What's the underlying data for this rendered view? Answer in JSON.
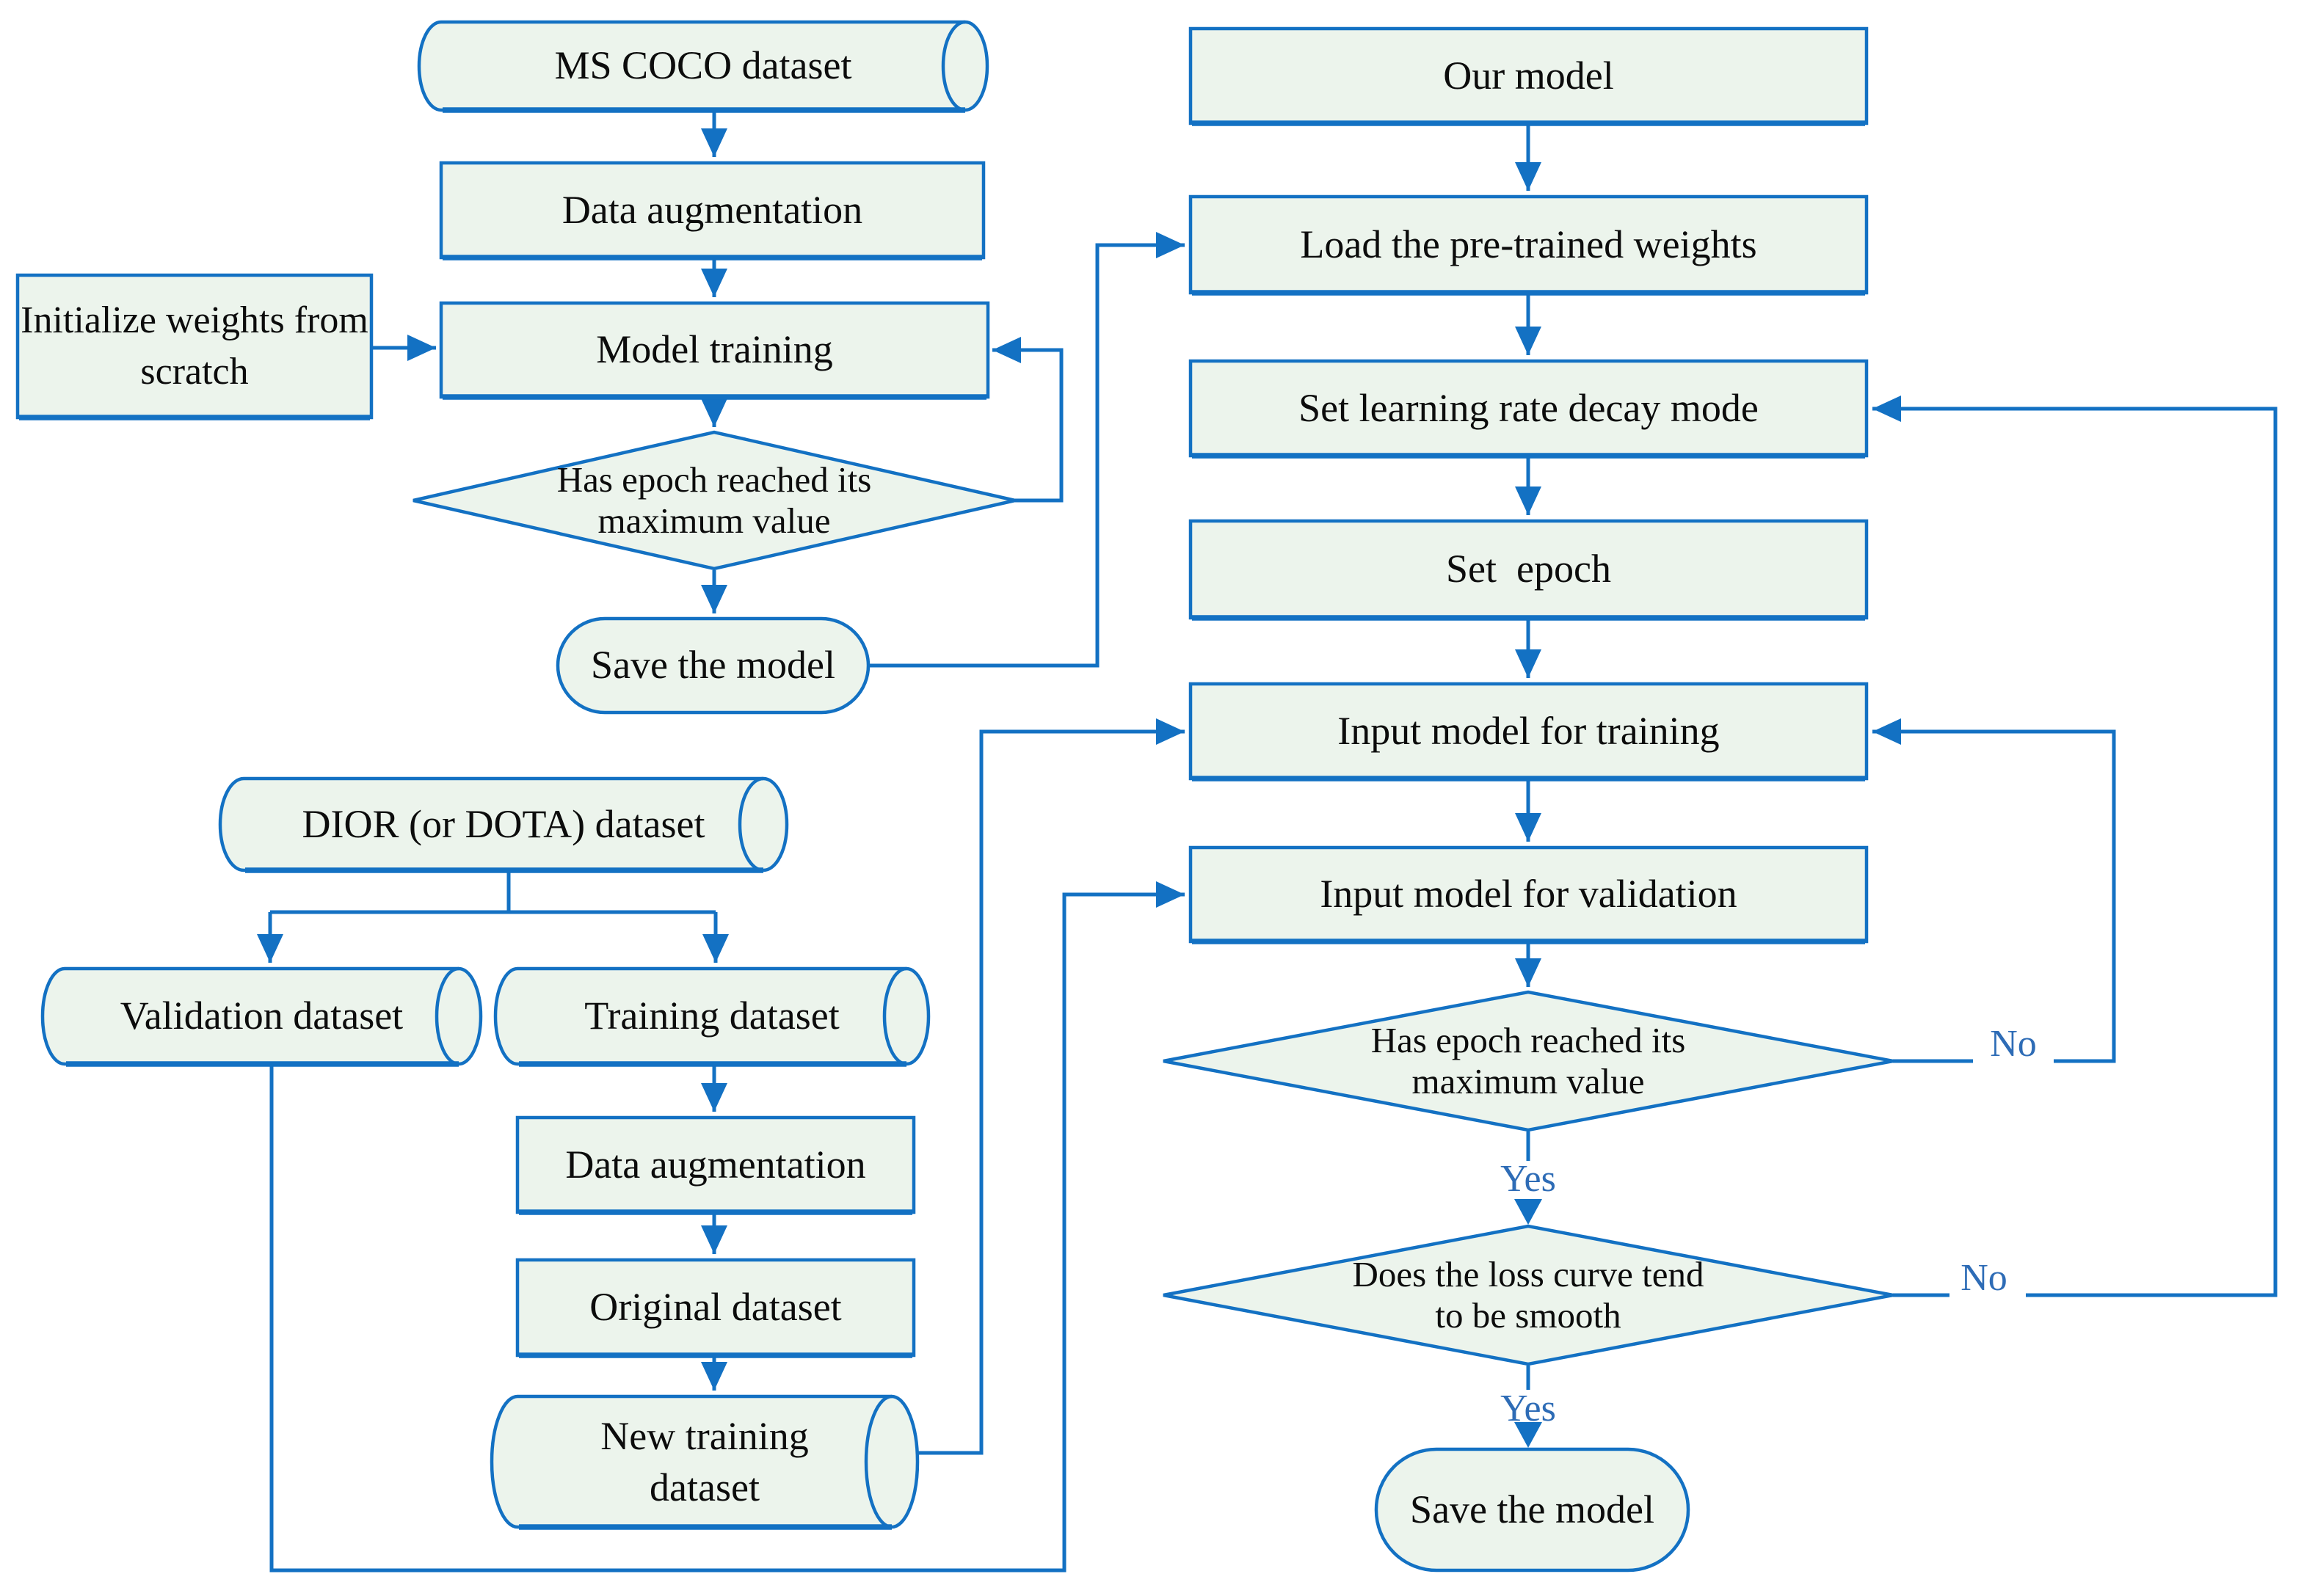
{
  "figure": {
    "type": "flowchart",
    "colors": {
      "stroke": "#1371c3",
      "node_fill": "#ecf4ec",
      "edge_label_text": "#2e6cb6",
      "node_text": "#0c0c0c",
      "background": "#ffffff"
    },
    "nodes": {
      "ms_coco": "MS COCO dataset",
      "data_augmentation_top": "Data augmentation",
      "initialize_weights": "Initialize weights from scratch",
      "model_training": "Model training",
      "epoch_decision_left": "Has epoch reached its maximum value",
      "save_model_left": "Save the model",
      "dior_dataset": "DIOR (or DOTA) dataset",
      "validation_dataset": "Validation dataset",
      "training_dataset": "Training dataset",
      "data_augmentation_bottom": "Data augmentation",
      "original_dataset": "Original dataset",
      "new_training_dataset": "New training dataset",
      "our_model": "Our model",
      "load_pretrained": "Load the pre-trained weights",
      "set_lr_decay": "Set learning rate decay mode",
      "set_epoch": "Set  epoch",
      "input_training": "Input model for training",
      "input_validation": "Input model for validation",
      "epoch_decision_right": "Has epoch reached its maximum value",
      "loss_decision": "Does the loss curve tend to be smooth",
      "save_model_right": "Save the model"
    },
    "edge_labels": {
      "yes_1": "Yes",
      "yes_2": "Yes",
      "no_1": "No",
      "no_2": "No"
    }
  }
}
